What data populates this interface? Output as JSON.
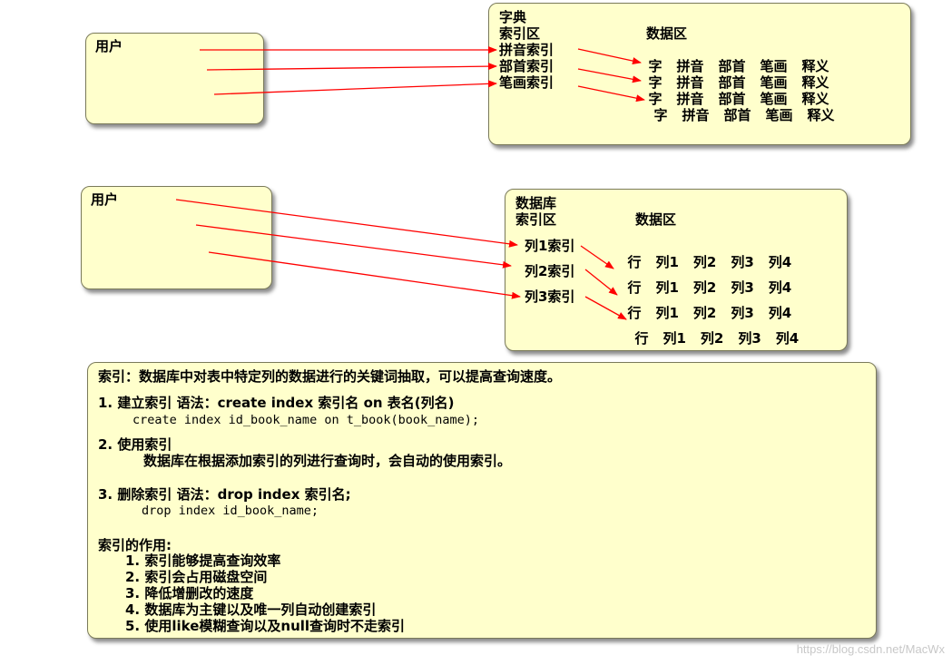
{
  "diagram1": {
    "user_label": "用户",
    "box_title": "字典",
    "index_area": "索引区",
    "data_area": "数据区",
    "indexes": [
      "拼音索引",
      "部首索引",
      "笔画索引"
    ],
    "data_cols": [
      "字",
      "拼音",
      "部首",
      "笔画",
      "释义"
    ]
  },
  "diagram2": {
    "user_label": "用户",
    "box_title": "数据库",
    "index_area": "索引区",
    "data_area": "数据区",
    "indexes": [
      "列1索引",
      "列2索引",
      "列3索引"
    ],
    "data_cols": [
      "行",
      "列1",
      "列2",
      "列3",
      "列4"
    ]
  },
  "notes": {
    "definition": "索引：数据库中对表中特定列的数据进行的关键词抽取，可以提高查询速度。",
    "step1_title": "1. 建立索引 语法：create index 索引名 on 表名(列名)",
    "step1_code": "create index id_book_name on t_book(book_name);",
    "step2_title": "2. 使用索引",
    "step2_desc": "数据库在根据添加索引的列进行查询时，会自动的使用索引。",
    "step3_title": "3. 删除索引 语法：drop index 索引名;",
    "step3_code": "drop index id_book_name;",
    "role_title": "索引的作用:",
    "roles": [
      "1. 索引能够提高查询效率",
      "2. 索引会占用磁盘空间",
      "3. 降低增删改的速度",
      "4. 数据库为主键以及唯一列自动创建索引",
      "5. 使用like模糊查询以及null查询时不走索引"
    ]
  },
  "watermark": "https://blog.csdn.net/MacWx",
  "colors": {
    "box_fill": "#ffffcc",
    "arrow": "#ff0000"
  }
}
